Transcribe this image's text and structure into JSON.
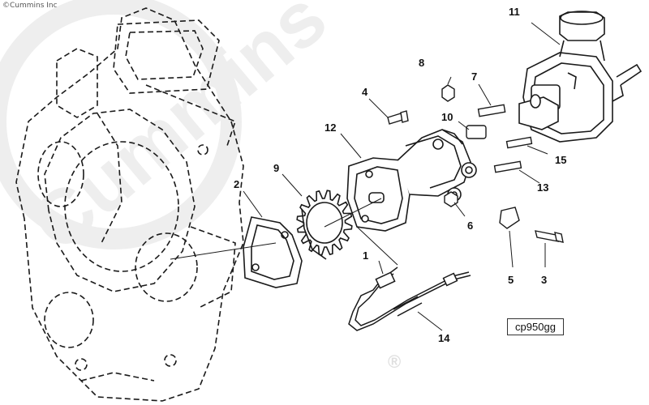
{
  "copyright": "©Cummins Inc",
  "watermark": {
    "brand": "Cummins",
    "registered": "®"
  },
  "figure_ref": "cp950gg",
  "callouts": {
    "c1": "1",
    "c2": "2",
    "c3": "3",
    "c4": "4",
    "c5": "5",
    "c6": "6",
    "c7": "7",
    "c8": "8",
    "c9": "9",
    "c10": "10",
    "c11": "11",
    "c12": "12",
    "c13": "13",
    "c14": "14",
    "c15": "15"
  },
  "colors": {
    "line": "#1a1a1a",
    "watermark": "#eaeaea"
  }
}
